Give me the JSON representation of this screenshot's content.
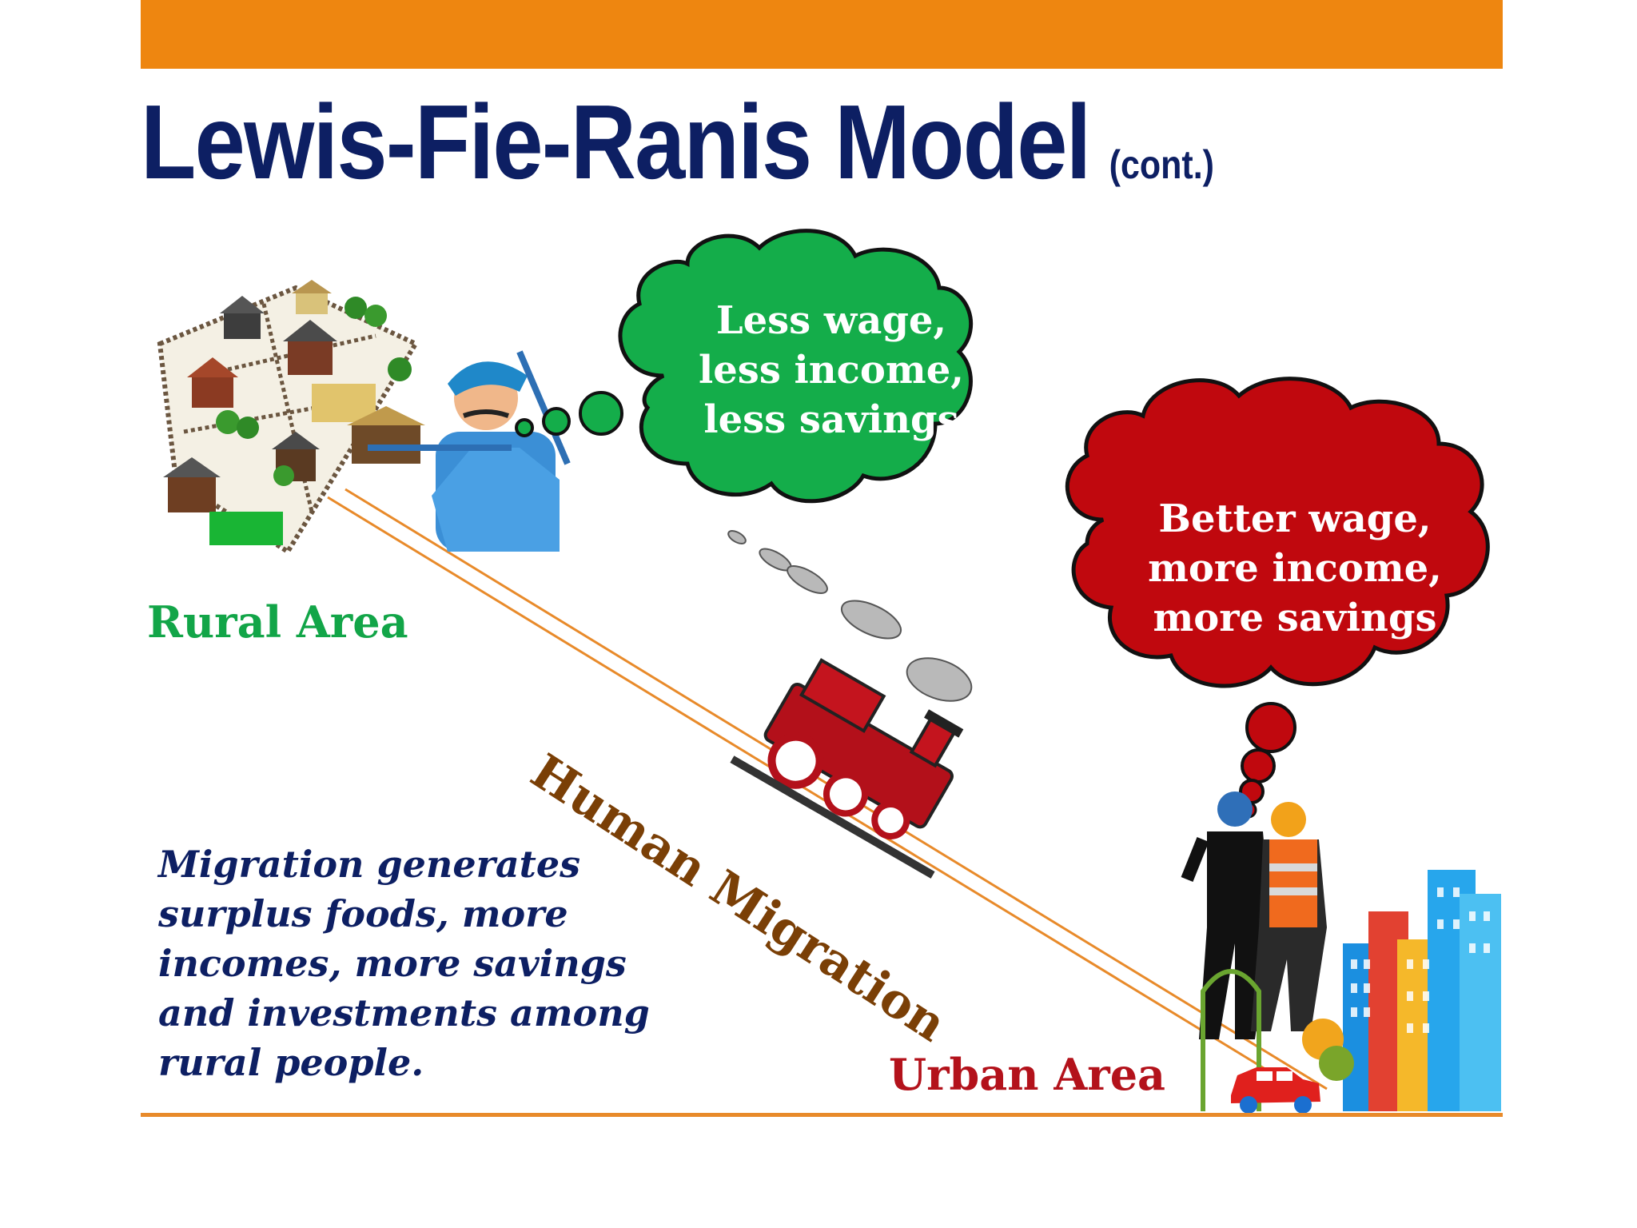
{
  "header": {
    "title": "Lewis-Fie-Ranis Model",
    "subtitle": "(cont.)"
  },
  "rural": {
    "label": "Rural Area",
    "thought": [
      "Less wage,",
      "less income,",
      "less savings"
    ]
  },
  "urban": {
    "label": "Urban Area",
    "thought": [
      "Better wage,",
      "more income,",
      "more savings"
    ]
  },
  "migration": {
    "label": "Human Migration"
  },
  "note": {
    "lines": [
      "Migration generates",
      "surplus foods, more",
      "incomes, more savings",
      "and investments among",
      "rural people."
    ]
  },
  "colors": {
    "header_bar": "#ee8610",
    "title": "#0d1f63",
    "rural_green": "#12a548",
    "urban_red": "#b3121b",
    "migration_brown": "#7a3f06",
    "green_cloud": "#14ad4a",
    "red_cloud": "#c0080e",
    "track": "#e88a2a"
  },
  "icons": [
    "village-icon",
    "farmer-icon",
    "steam-train-icon",
    "workers-icon",
    "city-skyline-icon",
    "car-icon"
  ]
}
